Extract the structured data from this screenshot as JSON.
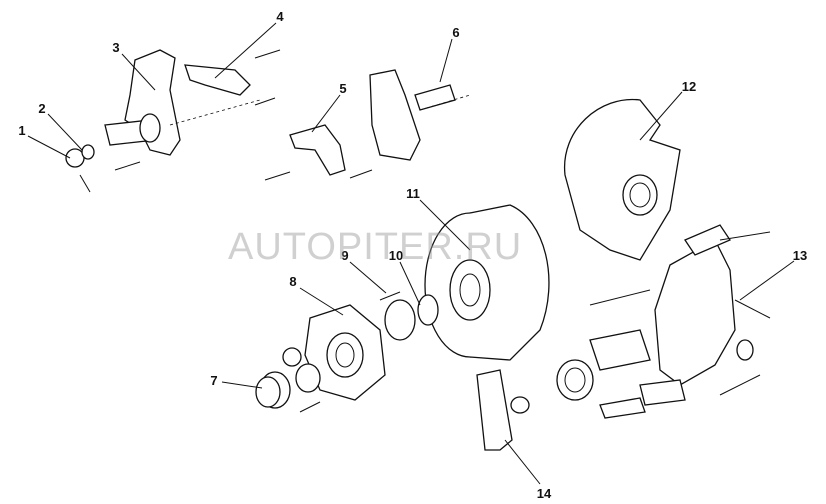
{
  "watermark": "AUTOPITER.RU",
  "callouts": [
    "1",
    "2",
    "3",
    "4",
    "5",
    "6",
    "7",
    "8",
    "9",
    "10",
    "11",
    "12",
    "13",
    "14"
  ]
}
